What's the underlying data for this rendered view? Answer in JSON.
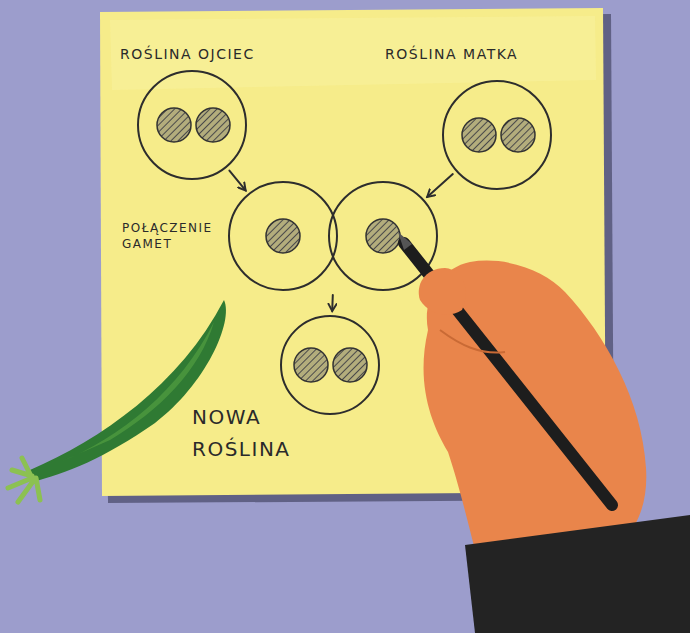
{
  "diagram": {
    "nodes": [
      {
        "text": [
          "ROŚLINA OJCIEC"
        ]
      },
      {
        "text": [
          "ROŚLINA MATKA"
        ]
      },
      {
        "text": [
          "POŁĄCZENIE GAMET"
        ]
      },
      {
        "text": [
          "NOWA ROŚLINA"
        ]
      }
    ],
    "edges": [
      {
        "from": 0,
        "to": 2,
        "arrow": "to"
      },
      {
        "from": 1,
        "to": 2,
        "arrow": "to"
      },
      {
        "from": 2,
        "to": 3,
        "arrow": "to"
      }
    ]
  }
}
